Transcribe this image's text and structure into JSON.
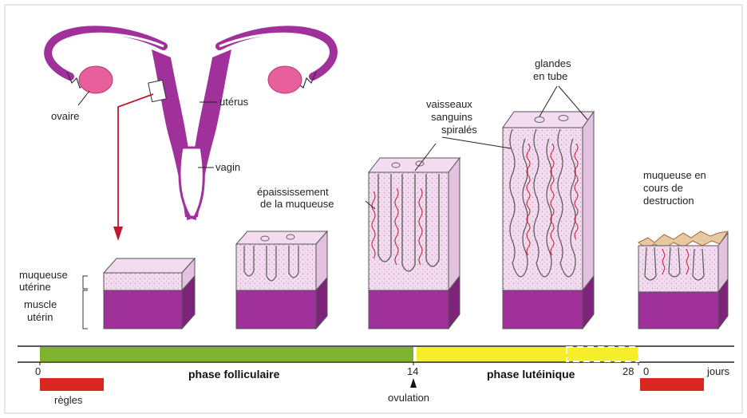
{
  "labels": {
    "ovaire": "ovaire",
    "uterus": "utérus",
    "vagin": "vagin",
    "muqueuse_uterine_1": "muqueuse",
    "muqueuse_uterine_2": "utérine",
    "muscle_uterin_1": "muscle",
    "muscle_uterin_2": "utérin",
    "epaississement_1": "épaississement",
    "epaississement_2": "de la muqueuse",
    "vaisseaux_1": "vaisseaux",
    "vaisseaux_2": "sanguins",
    "vaisseaux_3": "spiralés",
    "glandes_1": "glandes",
    "glandes_2": "en tube",
    "destruction_1": "muqueuse en",
    "destruction_2": "cours de",
    "destruction_3": "destruction"
  },
  "timeline": {
    "start_tick": "0",
    "ovulation_tick": "14",
    "end_tick": "28",
    "next_tick": "0",
    "unit": "jours",
    "phase_follicular": "phase folliculaire",
    "phase_luteal": "phase lutéinique",
    "ovulation": "ovulation",
    "menses": "règles",
    "days": {
      "start": 0,
      "ovulation": 14,
      "end": 28
    }
  },
  "colors": {
    "purple": "#a0309a",
    "mucosa": "#f1d8ee",
    "folliculaire": "#7fb22e",
    "luteinique": "#f6ee2a",
    "regles": "#d8271e",
    "arrow": "#c0182c"
  }
}
